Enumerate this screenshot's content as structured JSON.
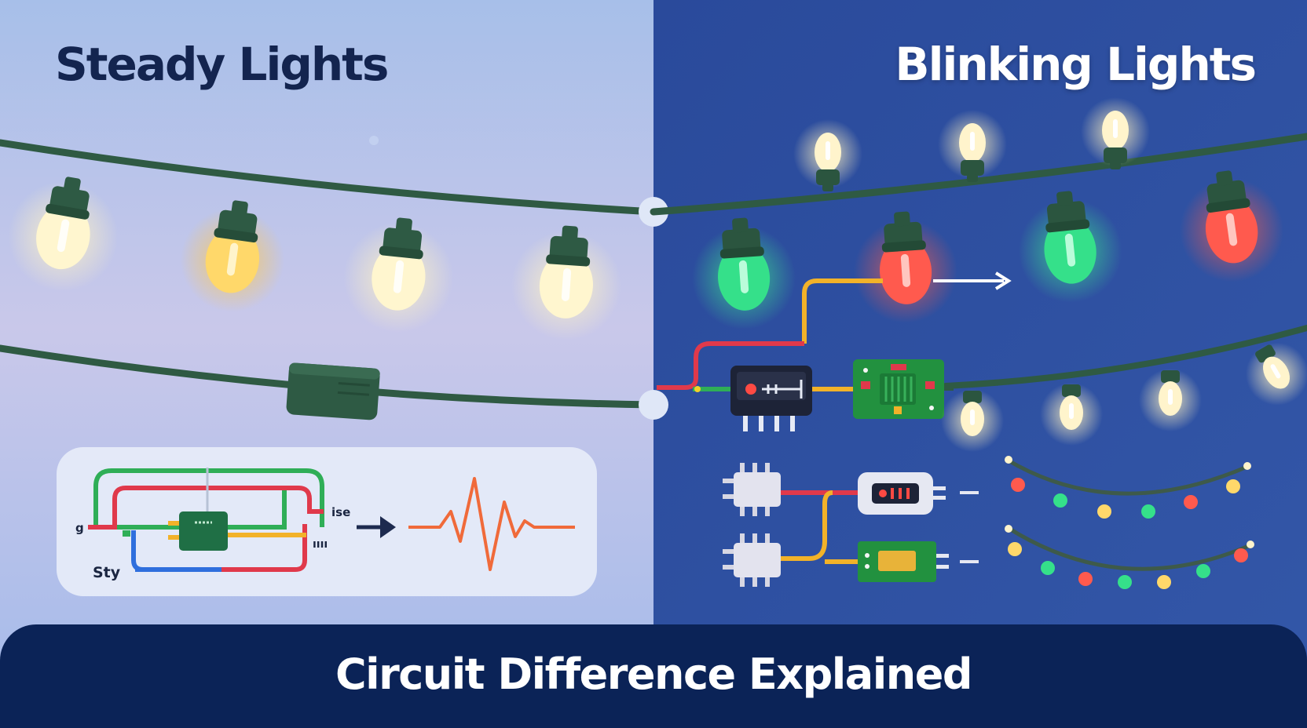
{
  "titles": {
    "steady": "Steady Lights",
    "blinking": "Blinking Lights",
    "footer": "Circuit Difference Explained"
  },
  "steady_diagram": {
    "label_left": "g",
    "label_right": "ise",
    "label_right_lower": "ıııı",
    "label_bottom": "Sty"
  },
  "colors": {
    "left_panel": "#a9bfe8",
    "right_panel": "#2e4c9e",
    "footer": "#0b2357",
    "wire_green": "#2f5a43",
    "bulb_warm": "#fff6cf",
    "bulb_amber": "#ffd86a",
    "bulb_green": "#35e08a",
    "bulb_red": "#ff5a4e",
    "waveform": "#f06a3a"
  },
  "icons": {
    "arrow": "arrow-right-icon",
    "waveform": "waveform-icon",
    "chip": "microchip-icon",
    "controller": "flasher-module-icon",
    "circuit_board": "circuit-board-icon"
  }
}
